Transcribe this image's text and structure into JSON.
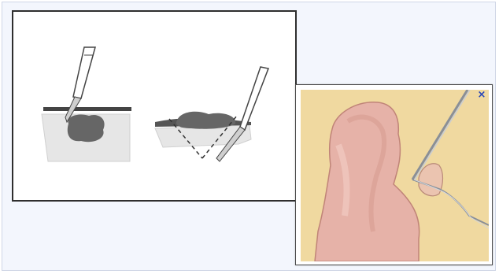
{
  "colors": {
    "frame_bg": "#f3f6fd",
    "panel_border": "#2e2e2e",
    "skin_tan": "#f0d9a0",
    "skin_pink": "#e4aea6",
    "lesion": "#6b6b6b",
    "tissue": "#e6e6e6",
    "close_icon": "#2745b8"
  },
  "illustrations": {
    "left": "shave-biopsy-diagram",
    "right": "elliptical-excision-diagram",
    "popup": "finger-tip-procedure-photo"
  },
  "popup": {
    "close_label": "×",
    "close_icon": "close-icon"
  }
}
